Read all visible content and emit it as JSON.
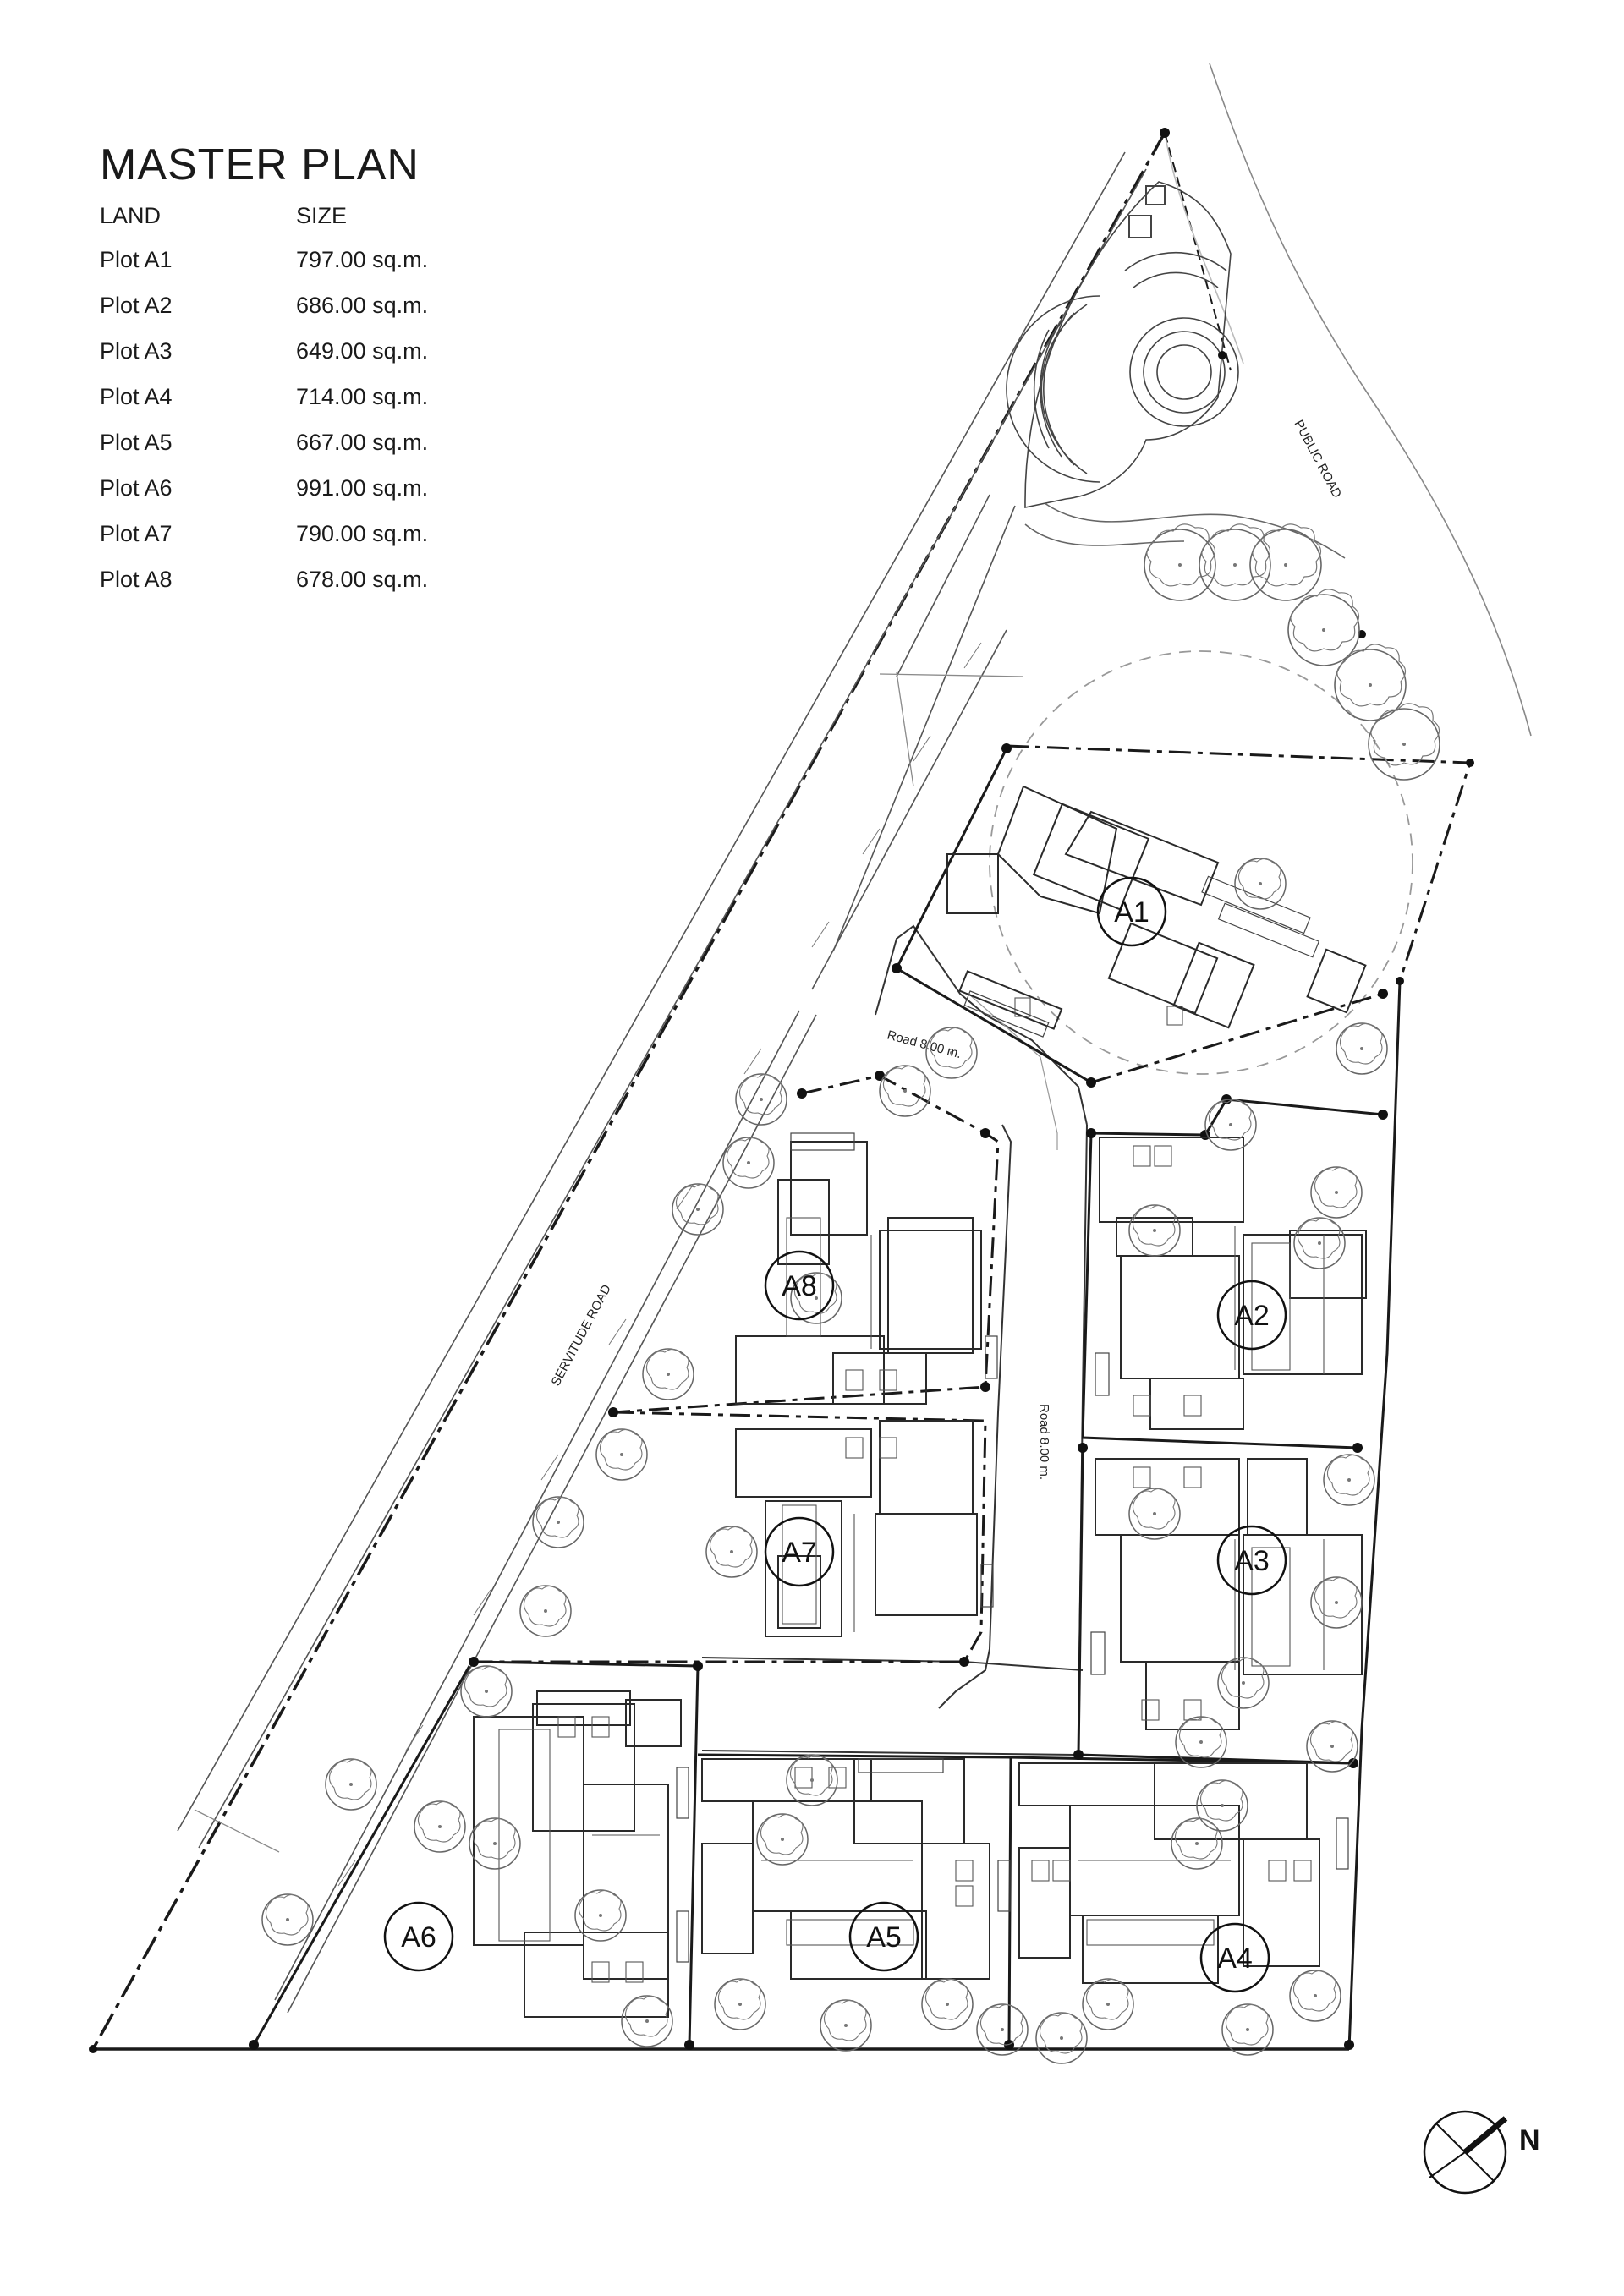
{
  "title": "MASTER PLAN",
  "table": {
    "header": {
      "land": "LAND",
      "size": "SIZE"
    },
    "rows": [
      {
        "land": "Plot A1",
        "size": "797.00 sq.m."
      },
      {
        "land": "Plot A2",
        "size": "686.00 sq.m."
      },
      {
        "land": "Plot A3",
        "size": "649.00 sq.m."
      },
      {
        "land": "Plot A4",
        "size": "714.00 sq.m."
      },
      {
        "land": "Plot A5",
        "size": "667.00 sq.m."
      },
      {
        "land": "Plot A6",
        "size": "991.00 sq.m."
      },
      {
        "land": "Plot A7",
        "size": "790.00 sq.m."
      },
      {
        "land": "Plot A8",
        "size": "678.00 sq.m."
      }
    ]
  },
  "plots": [
    "A1",
    "A2",
    "A3",
    "A4",
    "A5",
    "A6",
    "A7",
    "A8"
  ],
  "roads": {
    "public": "PUBLIC ROAD",
    "servitude": "SERVITUDE ROAD",
    "internal_1": "Road 8.00 m.",
    "internal_2": "Road 8.00 m."
  },
  "north_label": "N",
  "colors": {
    "ink": "#1a1a1a",
    "fine": "#555555",
    "light": "#9a9a9a"
  }
}
